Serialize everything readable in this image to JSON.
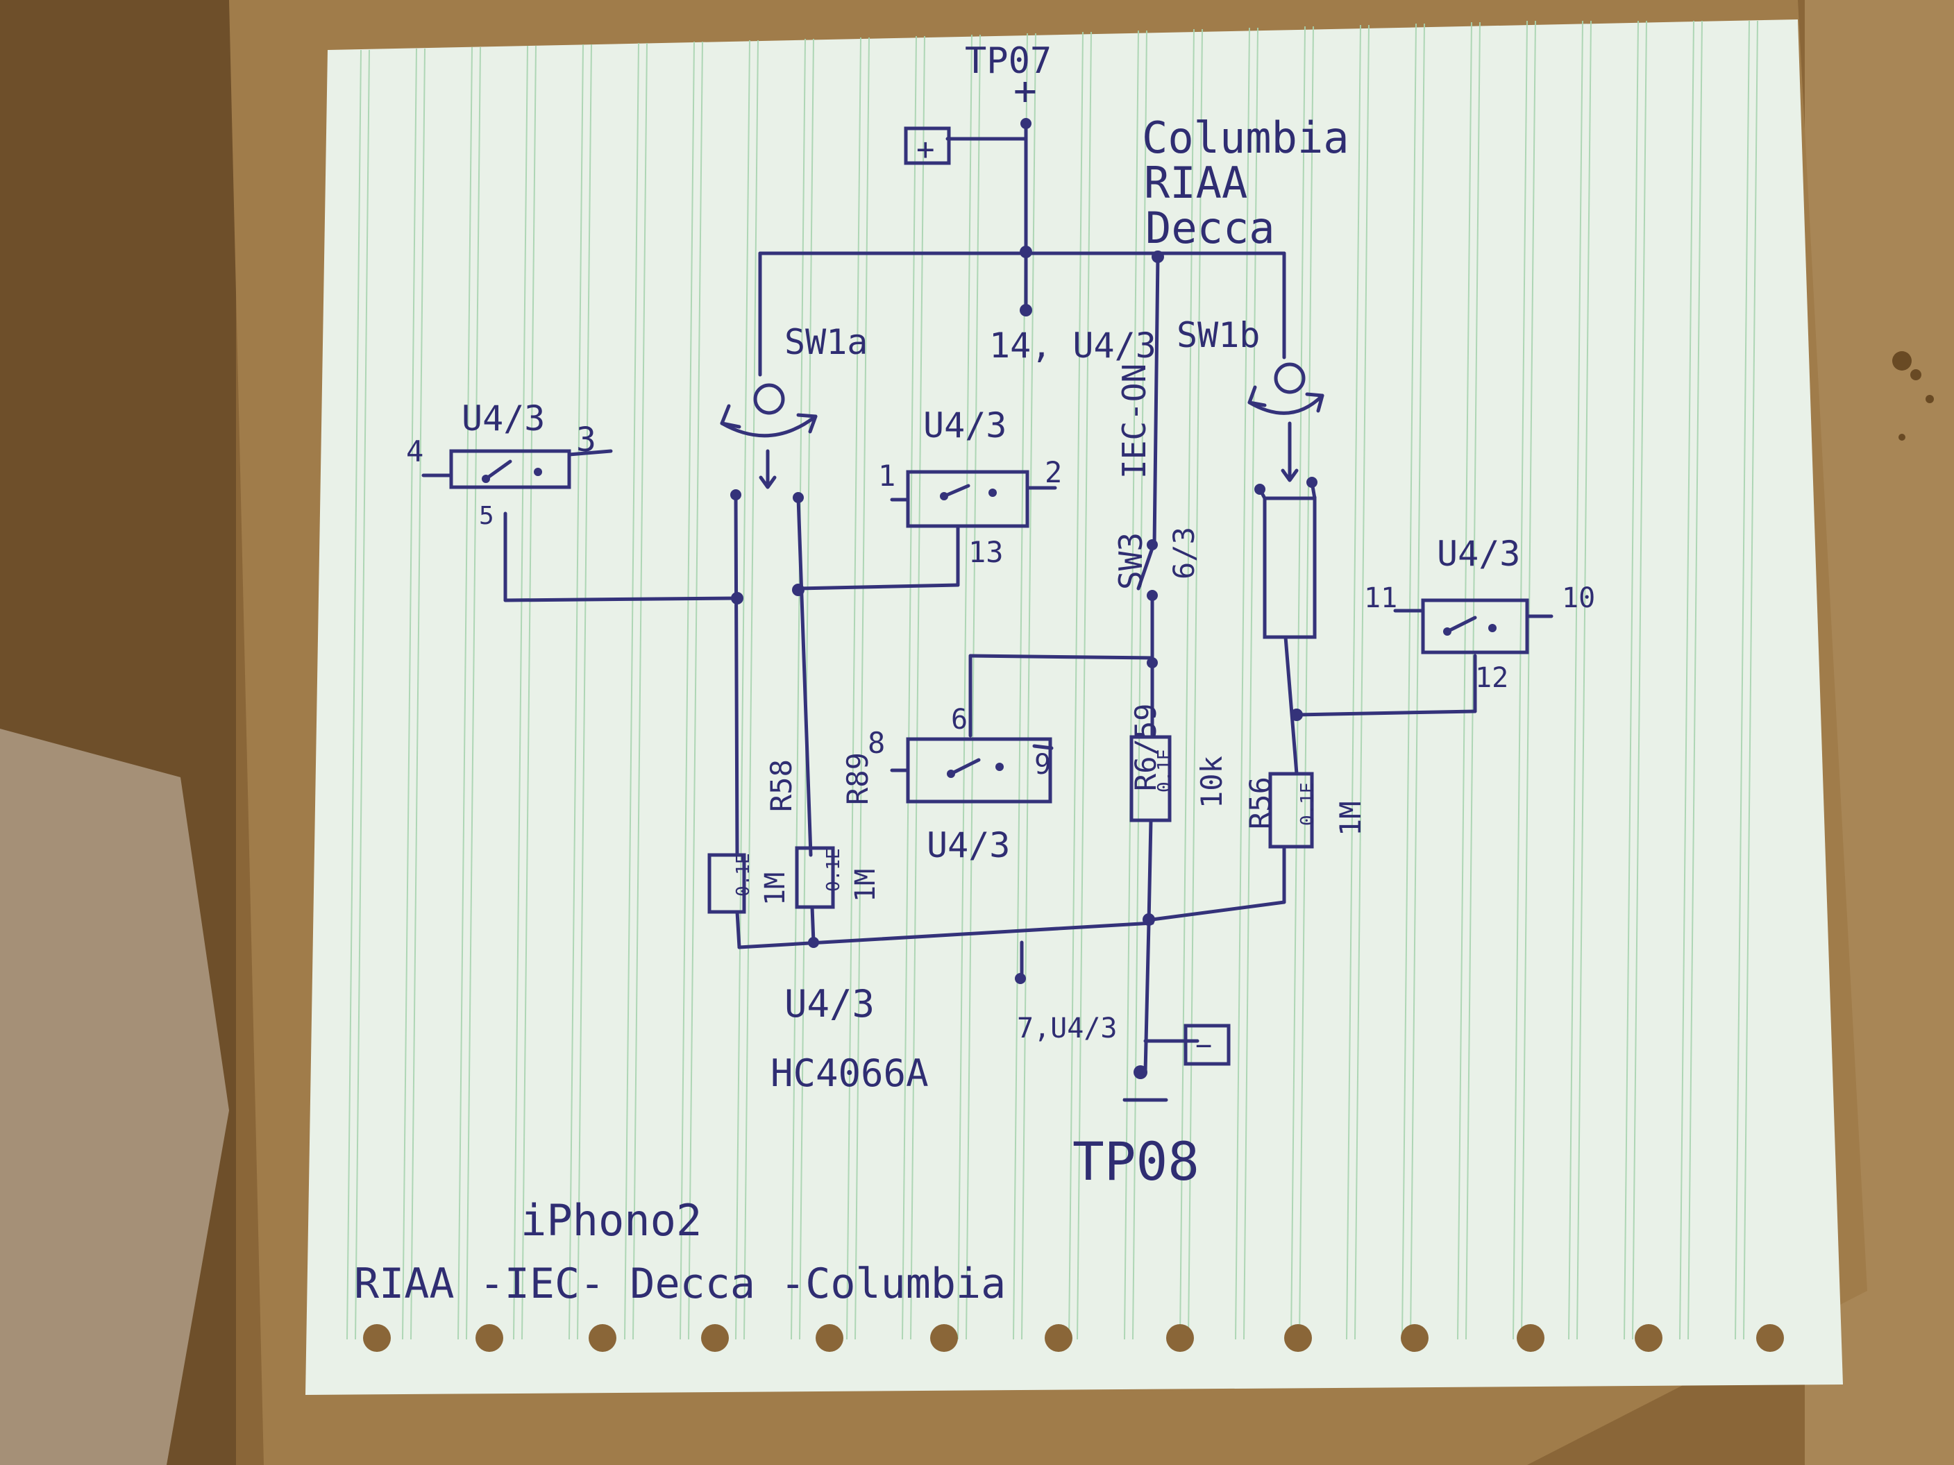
{
  "labels": {
    "tp07": "TP07",
    "plus": "+",
    "plus_box": "+",
    "columbia": "Columbia",
    "riaa": "RIAA",
    "decca": "Decca",
    "sw1a": "SW1a",
    "sw1b": "SW1b",
    "pin14": "14, U4/3",
    "u43_left": "U4/3",
    "u43_left_pin4": "4",
    "u43_left_pin3": "3",
    "u43_left_pin5": "5",
    "u43_mid": "U4/3",
    "u43_mid_pin1": "1",
    "u43_mid_pin2": "2",
    "u43_mid_pin13": "13",
    "sw3": "SW3",
    "iec_on": "IEC-ON",
    "sw3_ref": "6/3",
    "u43_right": "U4/3",
    "u43_right_pin11": "11",
    "u43_right_pin10": "10",
    "u43_right_pin12": "12",
    "u43_low_pin8": "8",
    "u43_low_pin6": "6",
    "u43_low_pin9": "9",
    "u43_low": "U4/3",
    "r58": "R58",
    "r58_value": "1M",
    "r89": "R89",
    "r89_value": "1M",
    "r6159": "R6/59",
    "r6159_value": "10k",
    "r56": "R56",
    "r56_value": "1M",
    "r_body": "0.1E",
    "u43_bottom": "U4/3",
    "chip": "HC4066A",
    "pin7": "7,U4/3",
    "minus_box": "−",
    "minus": "—",
    "tp08": "TP08",
    "title": "iPhono2",
    "subtitle": "RIAA -IEC- Decca -Columbia"
  },
  "colors": {
    "ink": "#34327a",
    "paper": "#e9f1e8",
    "ruling": "#9fcfa8",
    "cardboard": "#8a6638"
  }
}
